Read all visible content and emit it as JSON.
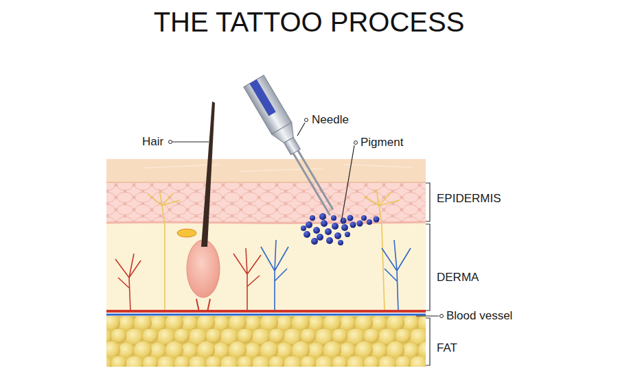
{
  "diagram": {
    "title": "THE TATTOO PROCESS",
    "labels": [
      "Hair",
      "Needle",
      "Pigment",
      "EPIDERMIS",
      "DERMA",
      "Blood vessel",
      "FAT"
    ]
  }
}
